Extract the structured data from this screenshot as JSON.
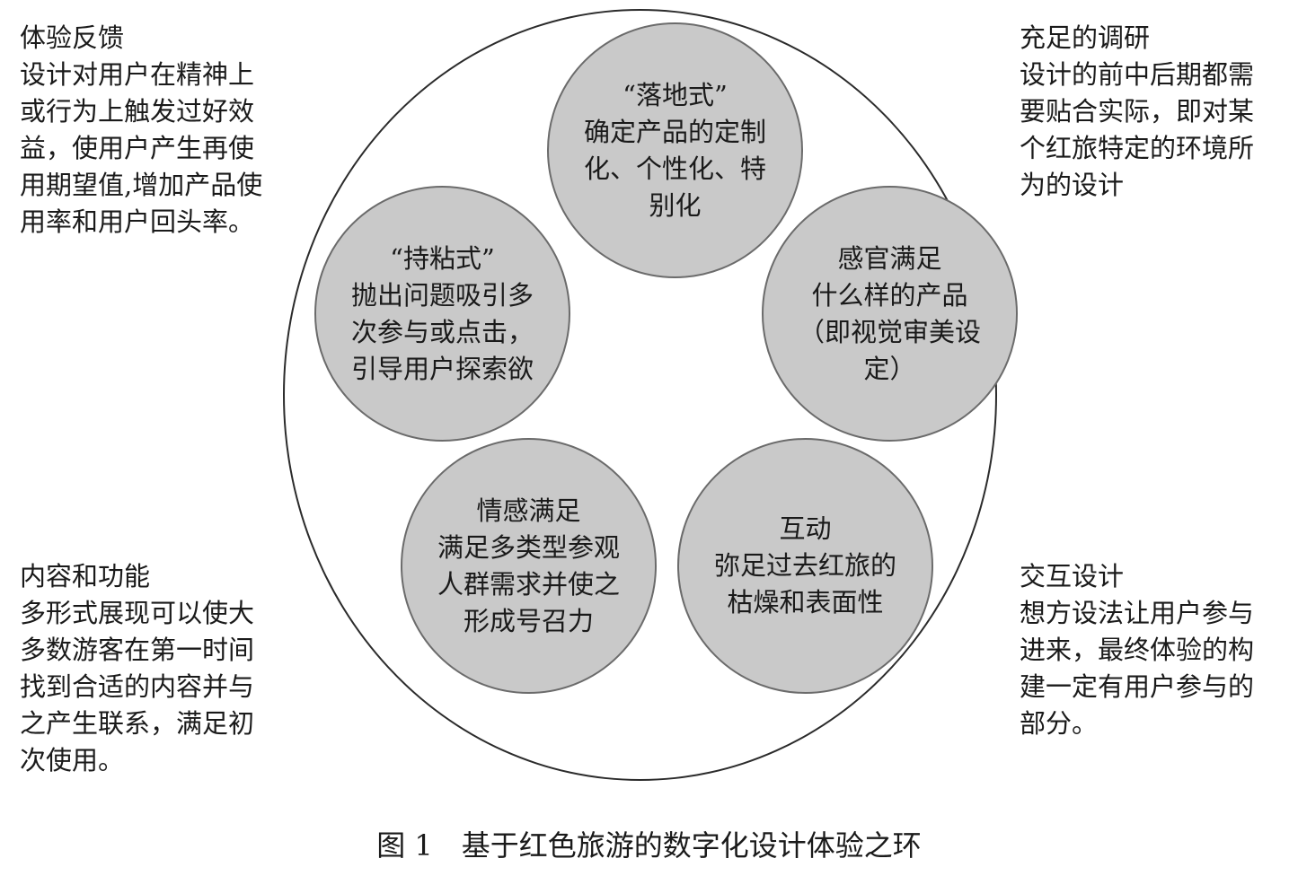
{
  "corners": {
    "top_left": "体验反馈\n设计对用户在精神上\n或行为上触发过好效\n益，使用户产生再使\n用期望值,增加产品使\n用率和用户回头率。",
    "top_right": "充足的调研\n设计的前中后期都需\n要贴合实际，即对某\n个红旅特定的环境所\n为的设计",
    "bottom_left": "内容和功能\n多形式展现可以使大\n多数游客在第一时间\n找到合适的内容并与\n之产生联系，满足初\n次使用。",
    "bottom_right": "交互设计\n想方设法让用户参与\n进来，最终体验的构\n建一定有用户参与的\n部分。"
  },
  "nodes": {
    "top": "“落地式”\n确定产品的定制\n化、个性化、特\n别化",
    "left": "“持粘式”\n抛出问题吸引多\n次参与或点击，\n引导用户探索欲",
    "right": "感官满足\n什么样的产品\n（即视觉审美设\n定）",
    "bottom_left": "情感满足\n满足多类型参观\n人群需求并使之\n形成号召力",
    "bottom_right": "互动\n弥足过去红旅的\n枯燥和表面性"
  },
  "caption": "图 1　基于红色旅游的数字化设计体验之环"
}
